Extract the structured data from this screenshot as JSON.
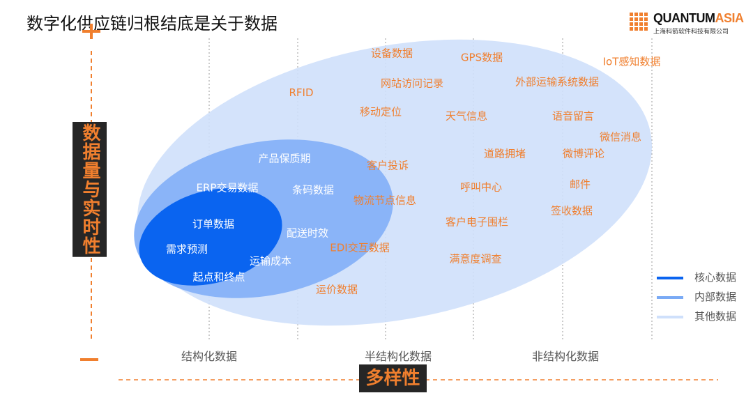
{
  "title": "数字化供应链归根结底是关于数据",
  "logo": {
    "brand_a": "QUANTUM",
    "brand_b": "ASIA",
    "subtitle": "上海科箭软件科技有限公司"
  },
  "y_axis": {
    "label": "数据量与实时性",
    "plus": "+",
    "minus": "−"
  },
  "x_axis": {
    "label": "多样性",
    "categories": [
      "结构化数据",
      "半结构化数据",
      "非结构化数据"
    ]
  },
  "legend": [
    {
      "label": "核心数据",
      "color": "#0a64f0"
    },
    {
      "label": "内部数据",
      "color": "#7aaaf5"
    },
    {
      "label": "其他数据",
      "color": "#cfe0fb"
    }
  ],
  "colors": {
    "accent": "#f07f2e",
    "core": "#0a64f0",
    "internal": "#8ab4f8",
    "other": "#cfe0fb"
  },
  "labels": {
    "core": [
      "订单数据",
      "需求预测",
      "起点和终点",
      "运输成本",
      "配送时效"
    ],
    "internal": [
      "产品保质期",
      "ERP交易数据",
      "条码数据",
      "客户投诉",
      "物流节点信息",
      "EDI交互数据",
      "运价数据"
    ],
    "other": [
      "设备数据",
      "GPS数据",
      "IoT感知数据",
      "RFID",
      "网站访问记录",
      "外部运输系统数据",
      "移动定位",
      "天气信息",
      "语音留言",
      "微信消息",
      "道路拥堵",
      "微博评论",
      "呼叫中心",
      "邮件",
      "客户电子围栏",
      "签收数据",
      "满意度调查"
    ]
  }
}
